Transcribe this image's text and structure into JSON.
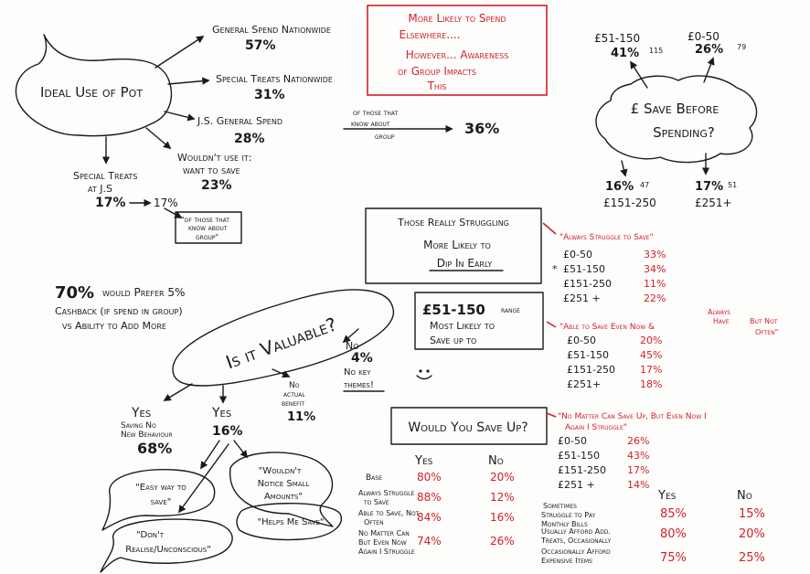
{
  "ideal_use": {
    "title": "Ideal Use of Pot",
    "general_nationwide_label": "General Spend Nationwide",
    "general_nationwide_value": "57%",
    "treats_nationwide_label": "Special Treats Nationwide",
    "treats_nationwide_value": "31%",
    "js_general_label": "J.S. General Spend",
    "js_general_value": "28%",
    "of_those_line1": "of those that",
    "of_those_line2": "know about",
    "of_those_line3": "group",
    "of_those_value": "36%",
    "wouldnt_use_line1": "Wouldn't use it:",
    "wouldnt_use_line2": "want to save",
    "wouldnt_use_value": "23%",
    "treats_js_line1": "Special Treats",
    "treats_js_line2": "at J.S",
    "treats_js_value": "17%",
    "treats_js_known_value": "17%",
    "treats_js_note_line1": "\"of those that",
    "treats_js_note_line2": "know about",
    "treats_js_note_line3": "group\""
  },
  "red_box": {
    "line1": "More Likely to Spend",
    "line2": "Elsewhere....",
    "line3": "However... Awareness",
    "line4": "of Group Impacts",
    "line5": "This"
  },
  "save_before": {
    "line1": "£ Save Before",
    "line2": "Spending?",
    "b1_label": "£51-150",
    "b1_value": "41%",
    "b1_extra": "115",
    "b2_label": "£0-50",
    "b2_value": "26%",
    "b2_extra": "79",
    "b3_label": "£151-250",
    "b3_value": "16%",
    "b3_extra": "47",
    "b4_label": "£251+",
    "b4_value": "17%",
    "b4_extra": "51"
  },
  "struggling": {
    "box_line1": "Those Really Struggling",
    "box_line2": "More Likely to",
    "box_line3": "Dip In Early",
    "note": "\"Always Struggle to Save\"",
    "rows": [
      {
        "band": "£0-50",
        "value": "33%",
        "mark": ""
      },
      {
        "band": "£51-150",
        "value": "34%",
        "mark": "*"
      },
      {
        "band": "£151-250",
        "value": "11%",
        "mark": ""
      },
      {
        "band": "£251 +",
        "value": "22%",
        "mark": ""
      }
    ]
  },
  "most_likely": {
    "band": "£51-150",
    "suffix": "range",
    "line2": "Most Likely to",
    "line3": "Save up to"
  },
  "able_to_save": {
    "note_a": "\"Able to Save Even Now &",
    "note_b": "Always",
    "note_c": "Have",
    "note_d": "But Not",
    "note_e": "Often\"",
    "rows": [
      {
        "band": "£0-50",
        "value": "20%"
      },
      {
        "band": "£51-150",
        "value": "45%"
      },
      {
        "band": "£151-250",
        "value": "17%"
      },
      {
        "band": "£251+",
        "value": "18%"
      }
    ]
  },
  "cashback": {
    "line1_value": "70%",
    "line1_text": "would Prefer 5%",
    "line2": "Cashback (if spend in group)",
    "line3": "vs Ability to Add More"
  },
  "valuable": {
    "title": "Is it Valuable?",
    "no_label": "No",
    "no_value": "4%",
    "no_sub1": "No key",
    "no_sub2": "themes!",
    "no_benefit1": "No",
    "no_benefit2": "actual",
    "no_benefit3": "benefit",
    "no_benefit_value": "11%",
    "yes1_label": "Yes",
    "yes1_sub1": "Saving No",
    "yes1_sub2": "New Behaviour",
    "yes1_value": "68%",
    "yes2_label": "Yes",
    "yes2_value": "16%",
    "bubble_easy1": "\"Easy way to",
    "bubble_easy2": "save\"",
    "bubble_notice1": "\"Wouldn't",
    "bubble_notice2": "Notice Small",
    "bubble_notice3": "Amounts\"",
    "bubble_dont1": "\"Don't",
    "bubble_dont2": "Realise/Unconscious\"",
    "bubble_helps": "\"Helps Me Save\""
  },
  "would_save": {
    "box_label": "Would You Save Up?",
    "note_line1": "\"No Matter Can Save Up, But Even Now I",
    "note_line2": "Again I Struggle\"",
    "rows": [
      {
        "band": "£0-50",
        "value": "26%"
      },
      {
        "band": "£51-150",
        "value": "43%"
      },
      {
        "band": "£151-250",
        "value": "17%"
      },
      {
        "band": "£251 +",
        "value": "14%"
      }
    ]
  },
  "save_table": {
    "yes_header": "Yes",
    "no_header": "No",
    "rows": [
      {
        "l1": "Base",
        "l2": "",
        "yes": "80%",
        "no": "20%"
      },
      {
        "l1": "Always Struggle",
        "l2": "to Save",
        "yes": "88%",
        "no": "12%"
      },
      {
        "l1": "Able to Save, Not",
        "l2": "Often",
        "yes": "84%",
        "no": "16%"
      },
      {
        "l1": "No Matter Can",
        "l2": "But Even Now",
        "l3": "Again I Struggle",
        "yes": "74%",
        "no": "26%"
      }
    ]
  },
  "right_table": {
    "yes_header": "Yes",
    "no_header": "No",
    "rows": [
      {
        "l1": "Sometimes",
        "l2": "Struggle to Pay",
        "l3": "Monthly Bills",
        "yes": "85%",
        "no": "15%"
      },
      {
        "l1": "Usually Afford Add.",
        "l2": "Treats, Occasionally",
        "l3": "",
        "yes": "80%",
        "no": "20%"
      },
      {
        "l1": "Occasionally Afford",
        "l2": "Expensive Items",
        "l3": "",
        "yes": "75%",
        "no": "25%"
      }
    ]
  }
}
